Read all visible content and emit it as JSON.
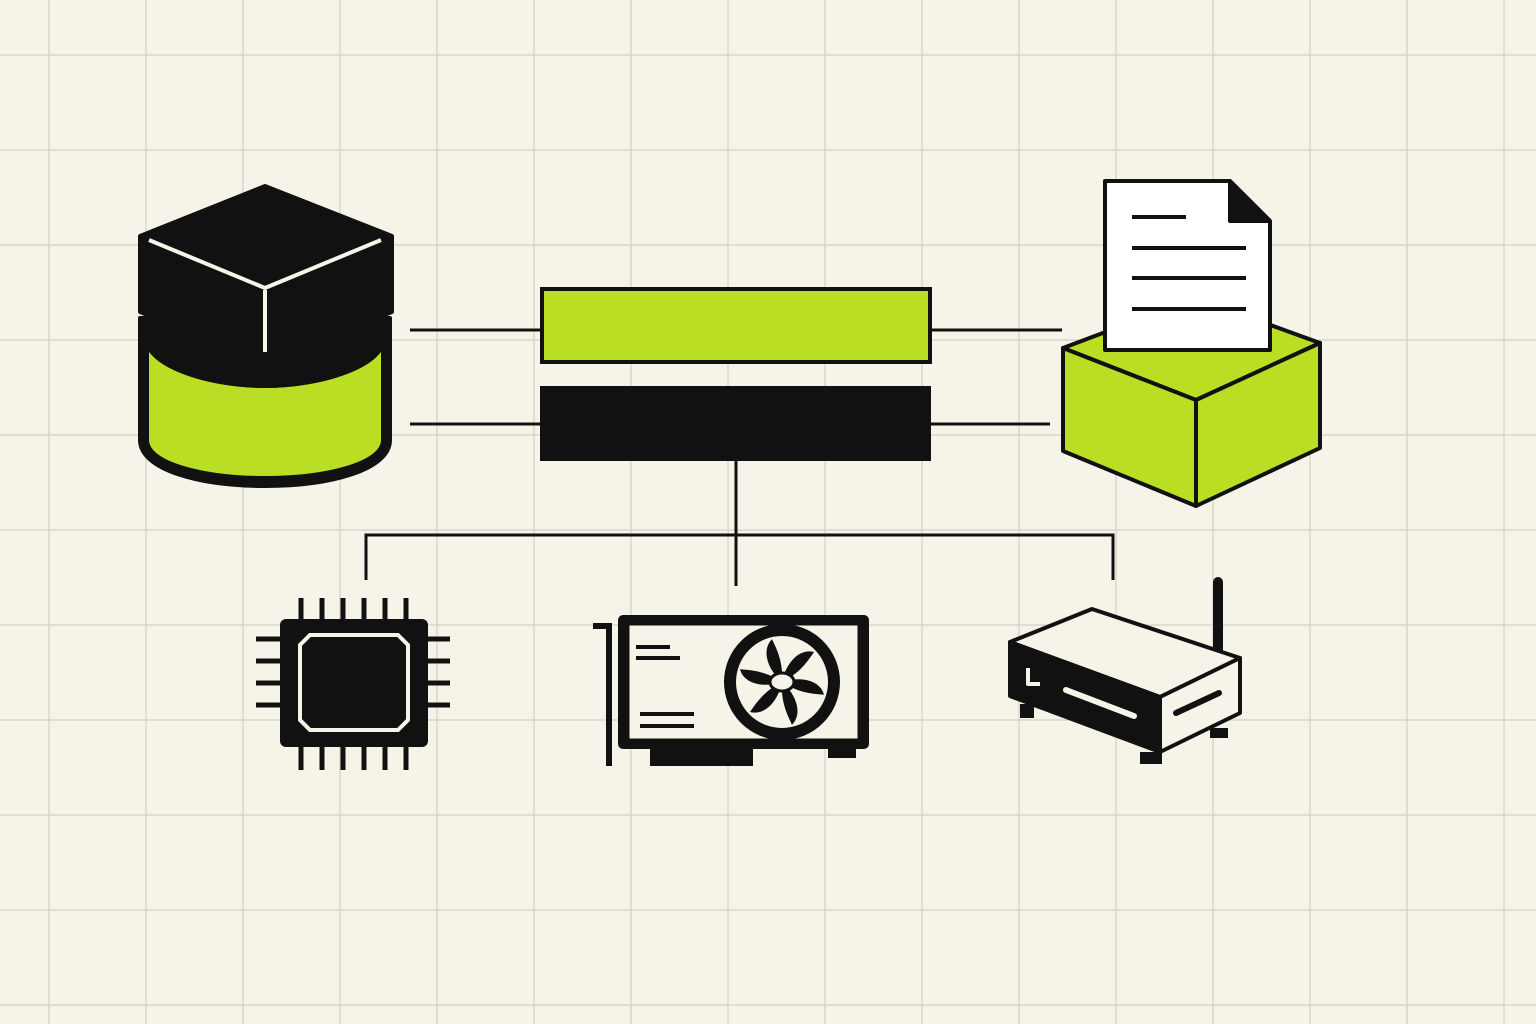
{
  "colors": {
    "background": "#f6f3e8",
    "grid": "#d3d0c4",
    "ink": "#111111",
    "accent": "#b9de23",
    "paper": "#ffffff"
  },
  "nodes": [
    {
      "id": "database",
      "icon": "database-icon"
    },
    {
      "id": "link-bar-top",
      "icon": "bus-bar-icon"
    },
    {
      "id": "link-bar-bottom",
      "icon": "bus-bar-icon"
    },
    {
      "id": "storage-box",
      "icon": "document-in-box-icon"
    },
    {
      "id": "cpu",
      "icon": "cpu-chip-icon"
    },
    {
      "id": "gpu",
      "icon": "graphics-card-icon"
    },
    {
      "id": "router",
      "icon": "router-icon"
    }
  ]
}
